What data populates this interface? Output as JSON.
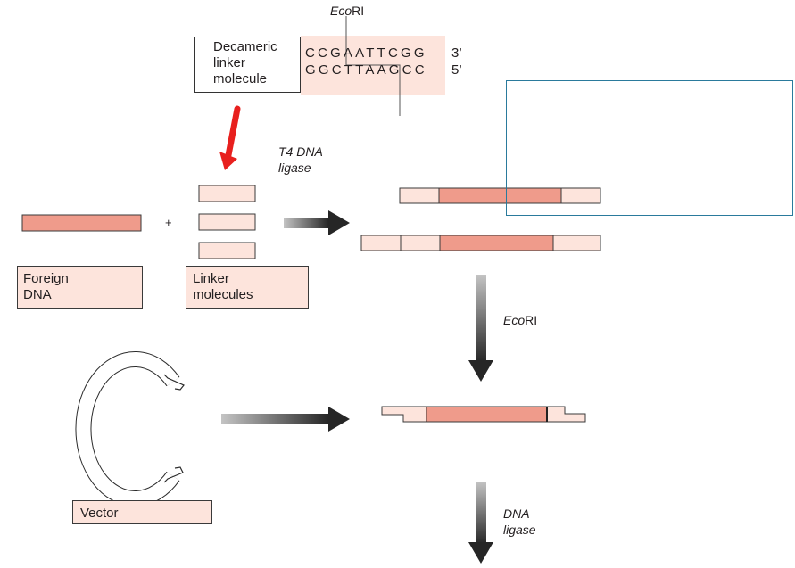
{
  "linker_box": {
    "label_lines": [
      "Decameric",
      "linker",
      "molecule"
    ]
  },
  "sequence": {
    "enzyme": "EcoRI",
    "enzyme_prefix": "Eco",
    "enzyme_suffix": "RI",
    "top_strand": "CCGAATTCGG",
    "bottom_strand": "GGCTTAAGCC",
    "top_end": "3’",
    "bottom_end": "5’"
  },
  "step1": {
    "label_lines": [
      "T4 DNA",
      "ligase"
    ]
  },
  "plus": "+",
  "foreign_dna": {
    "label_lines": [
      "Foreign",
      "DNA"
    ]
  },
  "linkers": {
    "label_lines": [
      "Linker",
      "molecules"
    ]
  },
  "step2": {
    "label_prefix": "Eco",
    "label_suffix": "RI"
  },
  "vector": {
    "label": "Vector"
  },
  "step3": {
    "label_lines": [
      "DNA",
      "ligase"
    ]
  },
  "colors": {
    "dna_pink": "#ef9b8b",
    "linker_pink": "#fde4dc",
    "red_arrow": "#e8201e",
    "highlight_box": "#2a7a9c"
  }
}
